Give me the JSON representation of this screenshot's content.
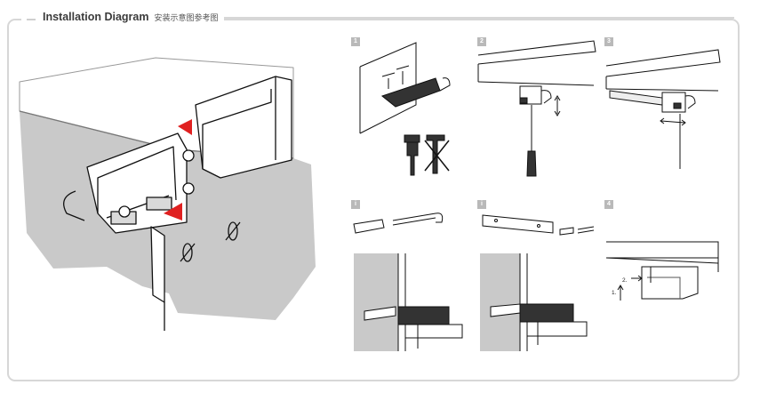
{
  "header": {
    "title_en": "Installation Diagram",
    "title_zh": "安装示意图参考图"
  },
  "steps": [
    {
      "label": "1"
    },
    {
      "label": "2"
    },
    {
      "label": "3"
    },
    {
      "label": "i"
    },
    {
      "label": "i"
    },
    {
      "label": "4"
    }
  ],
  "step4_annotations": {
    "first": "1.",
    "second": "2."
  },
  "colors": {
    "accent_red": "#e02020",
    "wall_grey": "#c9c9c9",
    "frame_grey": "#d7d7d7"
  }
}
